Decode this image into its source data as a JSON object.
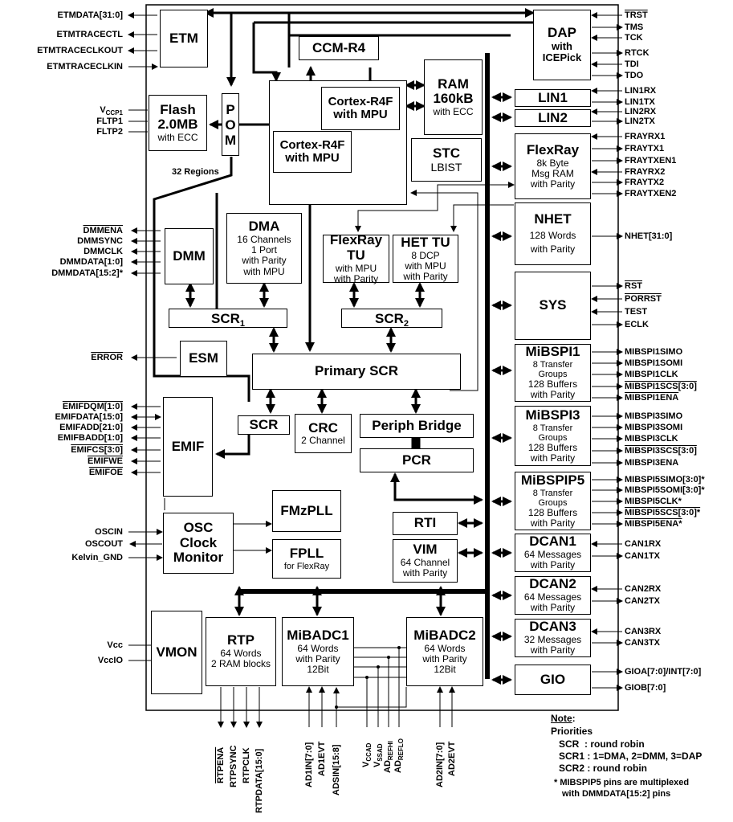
{
  "blocks": {
    "etm": "ETM",
    "dap": [
      "DAP",
      "with",
      "ICEPick"
    ],
    "ccm": "CCM-R4",
    "ram": [
      "RAM",
      "160kB",
      "with ECC"
    ],
    "flash": [
      "Flash",
      "2.0MB",
      "with ECC"
    ],
    "pom": [
      "P",
      "O",
      "M"
    ],
    "pom_regions": "32 Regions",
    "cortex1": [
      "Cortex-R4F",
      "with MPU"
    ],
    "cortex2": [
      "Cortex-R4F",
      "with MPU"
    ],
    "stc": [
      "STC",
      "LBIST"
    ],
    "lin1": "LIN1",
    "lin2": "LIN2",
    "flexray": [
      "FlexRay",
      "8k Byte",
      "Msg RAM",
      "with Parity"
    ],
    "nhet": [
      "NHET",
      "128 Words",
      "with Parity"
    ],
    "dma": [
      "DMA",
      "16 Channels",
      "1 Port",
      "with Parity",
      "with MPU"
    ],
    "dmm": "DMM",
    "flexray_tu": [
      "FlexRay",
      "TU",
      "with MPU",
      "with Parity"
    ],
    "het_tu": [
      "HET TU",
      "8 DCP",
      "with MPU",
      "with Parity"
    ],
    "scr1": [
      "SCR",
      "1"
    ],
    "scr2": [
      "SCR",
      "2"
    ],
    "esm": "ESM",
    "primary_scr": "Primary SCR",
    "sys": "SYS",
    "mibspi1": [
      "MiBSPI1",
      "8 Transfer",
      "Groups",
      "128 Buffers",
      "with Parity"
    ],
    "mibspi3": [
      "MiBSPI3",
      "8 Transfer",
      "Groups",
      "128 Buffers",
      "with Parity"
    ],
    "mibspip5": [
      "MiBSPIP5",
      "8 Transfer",
      "Groups",
      "128 Buffers",
      "with Parity"
    ],
    "emif": "EMIF",
    "scr": "SCR",
    "crc": [
      "CRC",
      "2 Channel"
    ],
    "periph_bridge": "Periph Bridge",
    "pcr": "PCR",
    "fmzpll": "FMzPLL",
    "fpll": [
      "FPLL",
      "for FlexRay"
    ],
    "osc": [
      "OSC",
      "Clock",
      "Monitor"
    ],
    "rti": "RTI",
    "vim": [
      "VIM",
      "64 Channel",
      "with Parity"
    ],
    "dcan1": [
      "DCAN1",
      "64 Messages",
      "with Parity"
    ],
    "dcan2": [
      "DCAN2",
      "64 Messages",
      "with Parity"
    ],
    "dcan3": [
      "DCAN3",
      "32 Messages",
      "with Parity"
    ],
    "vmon": "VMON",
    "rtp": [
      "RTP",
      "64 Words",
      "2 RAM blocks"
    ],
    "mibadc1": [
      "MiBADC1",
      "64 Words",
      "with Parity",
      "12Bit"
    ],
    "mibadc2": [
      "MiBADC2",
      "64 Words",
      "with Parity",
      "12Bit"
    ],
    "gio": "GIO"
  },
  "left_pins": {
    "etmdata": "ETMDATA[31:0]",
    "etmtracectl": "ETMTRACECTL",
    "etmtraceclkout": "ETMTRACECLKOUT",
    "etmtraceclkin": "ETMTRACECLKIN",
    "vccp1": "V",
    "vccp1_sub": "CCP1",
    "fltp1": "FLTP1",
    "fltp2": "FLTP2",
    "dmmena": "DMMENA",
    "dmmsync": "DMMSYNC",
    "dmmclk": "DMMCLK",
    "dmmdata10": "DMMDATA[1:0]",
    "dmmdata152": "DMMDATA[15:2]*",
    "error": "ERROR",
    "emifdqm": "EMIFDQM[1:0]",
    "emifdata": "EMIFDATA[15:0]",
    "emifadd": "EMIFADD[21:0]",
    "emifbadd": "EMIFBADD[1:0]",
    "emifcs": "EMIFCS[3:0]",
    "emifwe": "EMIFWE",
    "emifoe": "EMIFOE",
    "oscin": "OSCIN",
    "oscout": "OSCOUT",
    "kelvin": "Kelvin_GND",
    "vcc": "Vcc",
    "vccio": "VccIO"
  },
  "right_pins": {
    "trst": "TRST",
    "tms": "TMS",
    "tck": "TCK",
    "rtck": "RTCK",
    "tdi": "TDI",
    "tdo": "TDO",
    "lin1rx": "LIN1RX",
    "lin1tx": "LIN1TX",
    "lin2rx": "LIN2RX",
    "lin2tx": "LIN2TX",
    "frayrx1": "FRAYRX1",
    "fraytx1": "FRAYTX1",
    "fraytxen1": "FRAYTXEN1",
    "frayrx2": "FRAYRX2",
    "fraytx2": "FRAYTX2",
    "fraytxen2": "FRAYTXEN2",
    "nhet": "NHET[31:0]",
    "rst": "RST",
    "porrst": "PORRST",
    "test": "TEST",
    "eclk": "ECLK",
    "mibspi1simo": "MIBSPI1SIMO",
    "mibspi1somi": "MIBSPI1SOMI",
    "mibspi1clk": "MIBSPI1CLK",
    "mibspi1scs": "MIBSPI1SCS[3:0]",
    "mibspi1ena": "MIBSPI1ENA",
    "mibspi3simo": "MIBSPI3SIMO",
    "mibspi3somi": "MIBSPI3SOMI",
    "mibspi3clk": "MIBSPI3CLK",
    "mibspi3scs": "MIBSPI3SCS[3:0]",
    "mibspi3ena": "MIBSPI3ENA",
    "mibspi5simo": "MIBSPI5SIMO[3:0]*",
    "mibspi5somi": "MIBSPI5SOMI[3:0]*",
    "mibspi5clk": "MIBSPI5CLK*",
    "mibspi5scs": "MIBSPI5SCS[3:0]*",
    "mibspi5ena": "MIBSPI5ENA*",
    "can1rx": "CAN1RX",
    "can1tx": "CAN1TX",
    "can2rx": "CAN2RX",
    "can2tx": "CAN2TX",
    "can3rx": "CAN3RX",
    "can3tx": "CAN3TX",
    "gioa": "GIOA[7:0]/INT[7:0]",
    "giob": "GIOB[7:0]"
  },
  "bottom_pins": {
    "rtpena": "RTPENA",
    "rtpsync": "RTPSYNC",
    "rtpclk": "RTPCLK",
    "rtpdata": "RTPDATA[15:0]",
    "ad1in": "AD1IN[7:0]",
    "ad1evt": "AD1EVT",
    "adsin": "ADSIN[15:8]",
    "vccad": "V",
    "vccad_sub": "CCAD",
    "vssad": "V",
    "vssad_sub": "SSAD",
    "adrefhi": "AD",
    "adrefhi_sub": "REFHI",
    "adreflo": "AD",
    "adreflo_sub": "REFLO",
    "ad2in": "AD2IN[7:0]",
    "ad2evt": "AD2EVT"
  },
  "notes": {
    "title": "Note",
    "colon": ":",
    "priorities": "Priorities",
    "scr": "SCR  : round robin",
    "scr1": "SCR1 : 1=DMA, 2=DMM, 3=DAP",
    "scr2": "SCR2 : round robin",
    "footnote1": "* MIBSPIP5 pins are multiplexed",
    "footnote2": "with DMMDATA[15:2] pins"
  }
}
